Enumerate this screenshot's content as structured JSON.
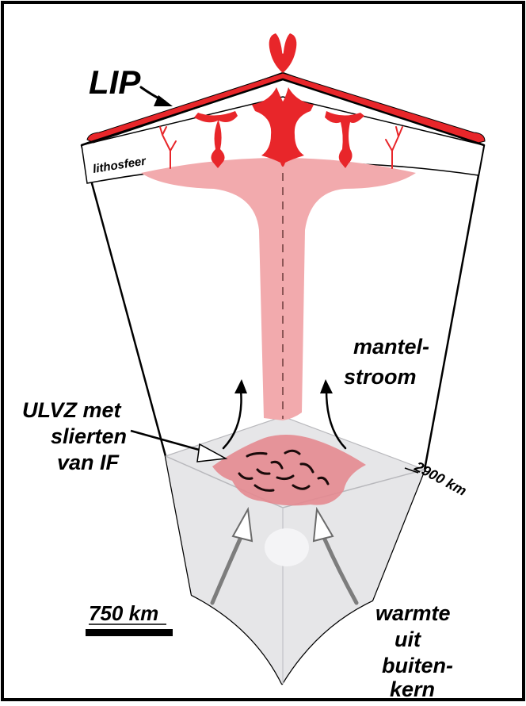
{
  "diagram": {
    "labels": {
      "lip": "LIP",
      "lithosphere": "lithosfeer",
      "plume_line1": "mantel-",
      "plume_line2": "stroom",
      "ulvz_line1": "ULVZ met",
      "ulvz_line2": "slierten",
      "ulvz_line3": "van IF",
      "depth": "2900 km",
      "scale": "750 km",
      "heat_line1": "warmte",
      "heat_line2": "uit",
      "heat_line3": "buiten-",
      "heat_line4": "kern"
    },
    "colors": {
      "lip_red": "#e8262a",
      "plume_pink": "#f2aaad",
      "ulvz_pink": "#e48a90",
      "core_gray": "#e6e6e8",
      "outline": "#000000"
    }
  }
}
